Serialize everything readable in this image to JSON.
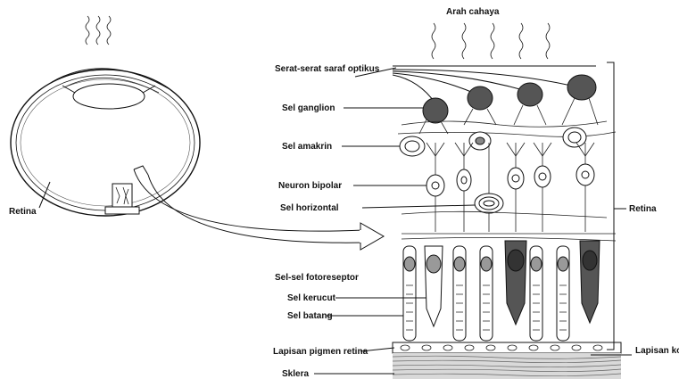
{
  "diagram": {
    "light_label": "Arah cahaya",
    "eye_label": "Retina",
    "retina_label": "Retina",
    "choroid_label": "Lapisan koroid",
    "layer_labels": [
      "Serat-serat saraf optikus",
      "Sel ganglion",
      "Sel amakrin",
      "Neuron bipolar",
      "Sel horizontal",
      "Sel-sel fotoreseptor",
      "Sel kerucut",
      "Sel batang",
      "Lapisan pigmen retina",
      "Sklera"
    ]
  }
}
